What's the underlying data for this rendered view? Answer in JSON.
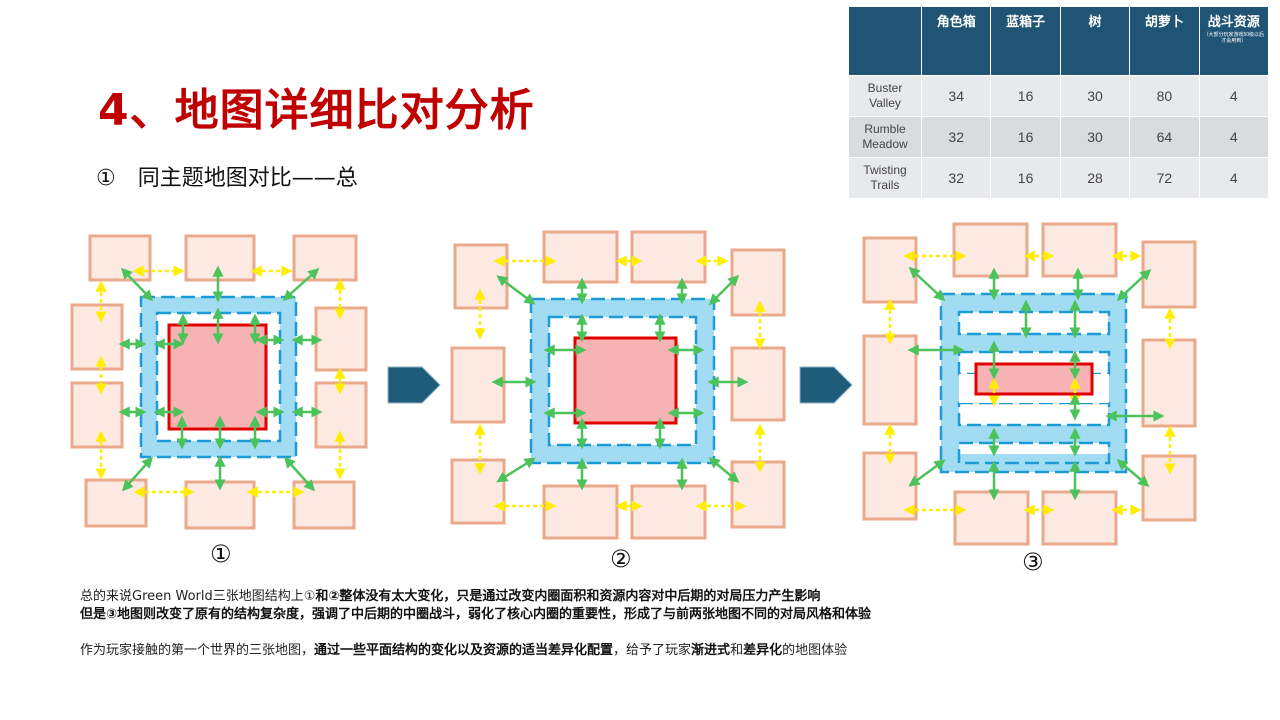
{
  "slide": {
    "title": "4、地图详细比对分析",
    "subtitle_num": "①",
    "subtitle_text": "同主题地图对比——总"
  },
  "table": {
    "headers": [
      "",
      "角色箱",
      "蓝箱子",
      "树",
      "胡萝卜",
      "战斗资源"
    ],
    "header_note": "（大部分玩家游戏50级以后才会用到）",
    "rows": [
      {
        "name_line1": "Buster",
        "name_line2": "Valley",
        "values": [
          "34",
          "16",
          "30",
          "80",
          "4"
        ]
      },
      {
        "name_line1": "Rumble",
        "name_line2": "Meadow",
        "values": [
          "32",
          "16",
          "30",
          "64",
          "4"
        ]
      },
      {
        "name_line1": "Twisting",
        "name_line2": "Trails",
        "values": [
          "32",
          "16",
          "28",
          "72",
          "4"
        ]
      }
    ]
  },
  "diagrams": {
    "labels": [
      "①",
      "②",
      "③"
    ],
    "colors": {
      "outer_fill": "#fce9e2",
      "outer_stroke": "#e9a98a",
      "ring_fill": "#a2dcf3",
      "ring_dash": "#1c9bd6",
      "core_fill": "#f7b3b3",
      "core_stroke": "#e00000",
      "green_arrow": "#4cc25a",
      "yellow_arrow": "#ffee00",
      "chevron": "#1f5c7a"
    }
  },
  "text": {
    "line1_a": "总的来说Green World三张地图结构上①",
    "line1_b": "和②整体没有太大变化，只是通过改变内圈面积和资源内容对中后期的对局压力产生影响",
    "line2": "但是③地图则改变了原有的结构复杂度，强调了中后期的中圈战斗，弱化了核心内圈的重要性，形成了与前两张地图不同的对局风格和体验",
    "line3_a": "作为玩家接触的第一个世界的三张地图，",
    "line3_b": "通过一些平面结构的变化以及资源的适当差异化配置",
    "line3_c": "，给予了玩家",
    "line3_d": "渐进式",
    "line3_e": "和",
    "line3_f": "差异化",
    "line3_g": "的地图体验"
  }
}
